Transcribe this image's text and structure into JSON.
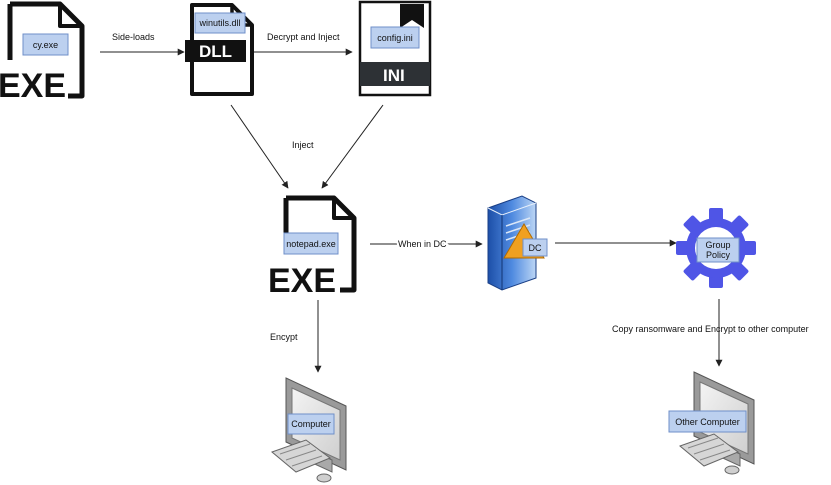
{
  "colors": {
    "tag_fill": "#bcd0ef",
    "tag_stroke": "#6f8fc8",
    "icon_dark": "#111111",
    "gear": "#4f55e6",
    "server": "#2f66c4",
    "warning": "#f0a020",
    "line": "#222222"
  },
  "nodes": {
    "cy": {
      "name": "cy.exe",
      "badge": "EXE",
      "icon": "exe-file-icon"
    },
    "winutils": {
      "name": "winutils.dll",
      "badge": "DLL",
      "icon": "dll-file-icon"
    },
    "config": {
      "name": "config.ini",
      "badge": "INI",
      "icon": "ini-file-icon"
    },
    "notepad": {
      "name": "notepad.exe",
      "badge": "EXE",
      "icon": "exe-file-icon"
    },
    "dc": {
      "name": "DC",
      "icon": "server-icon"
    },
    "group_policy": {
      "name_line1": "Group",
      "name_line2": "Policy",
      "icon": "gear-icon"
    },
    "computer": {
      "name": "Computer",
      "icon": "computer-icon"
    },
    "other_computer": {
      "name": "Other Computer",
      "icon": "computer-icon"
    }
  },
  "edges": {
    "sideloads": "Side-loads",
    "decrypt_inject": "Decrypt and Inject",
    "inject": "Inject",
    "when_in_dc": "When in DC",
    "encrypt": "Encypt",
    "copy": "Copy  ransomware and Encrypt to other computer"
  }
}
